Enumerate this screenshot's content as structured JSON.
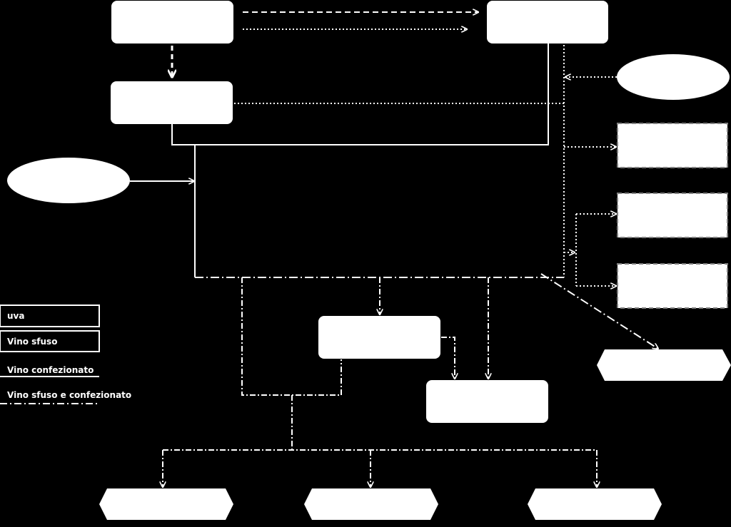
{
  "colors": {
    "background": "#000000",
    "foreground": "#ffffff"
  },
  "legend": {
    "uva": "uva",
    "vino_sfuso": "Vino sfuso",
    "vino_confezionato": "Vino confezionato",
    "vino_sfuso_e_confezionato": "Vino sfuso e confezionato"
  }
}
